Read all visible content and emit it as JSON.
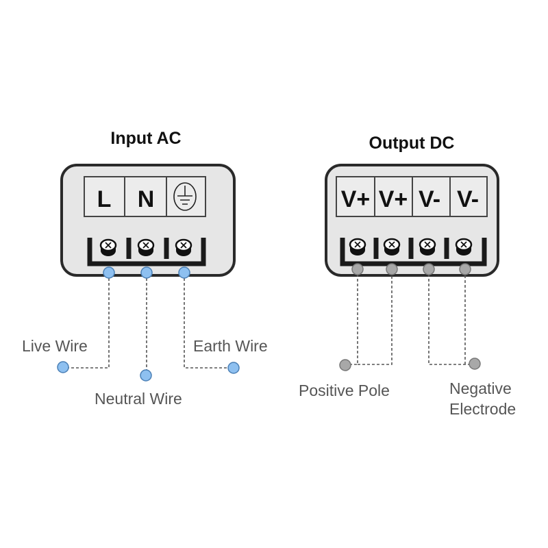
{
  "input": {
    "title": "Input AC",
    "terminals": [
      "L",
      "N"
    ],
    "ground_icon": "earth-ground-icon",
    "wires": {
      "live": "Live Wire",
      "neutral": "Neutral Wire",
      "earth": "Earth Wire"
    }
  },
  "output": {
    "title": "Output DC",
    "terminals": [
      "V+",
      "V+",
      "V-",
      "V-"
    ],
    "wires": {
      "positive": "Positive Pole",
      "negative_line1": "Negative",
      "negative_line2": "Electrode"
    }
  },
  "colors": {
    "ac_dot": "#8ec0f0",
    "dc_dot": "#a8a8a8"
  }
}
